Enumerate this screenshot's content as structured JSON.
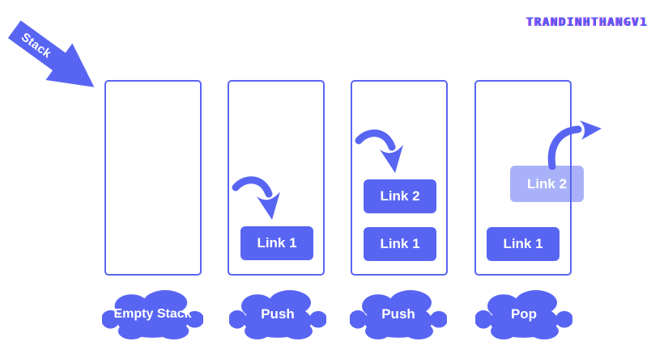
{
  "watermark": "TRANDINHTHANGV1",
  "stack_arrow": {
    "label": "Stack"
  },
  "colors": {
    "primary": "#5865F2",
    "faded_item": "#A9B2F8",
    "background": "#FFFFFF",
    "text_on_primary": "#FFFFFF"
  },
  "panels": [
    {
      "caption": "Empty Stack",
      "items": []
    },
    {
      "caption": "Push",
      "items": [
        "Link 1"
      ]
    },
    {
      "caption": "Push",
      "items": [
        "Link 2",
        "Link 1"
      ]
    },
    {
      "caption": "Pop",
      "items": [
        "Link 1"
      ],
      "popped_item": "Link 2"
    }
  ]
}
